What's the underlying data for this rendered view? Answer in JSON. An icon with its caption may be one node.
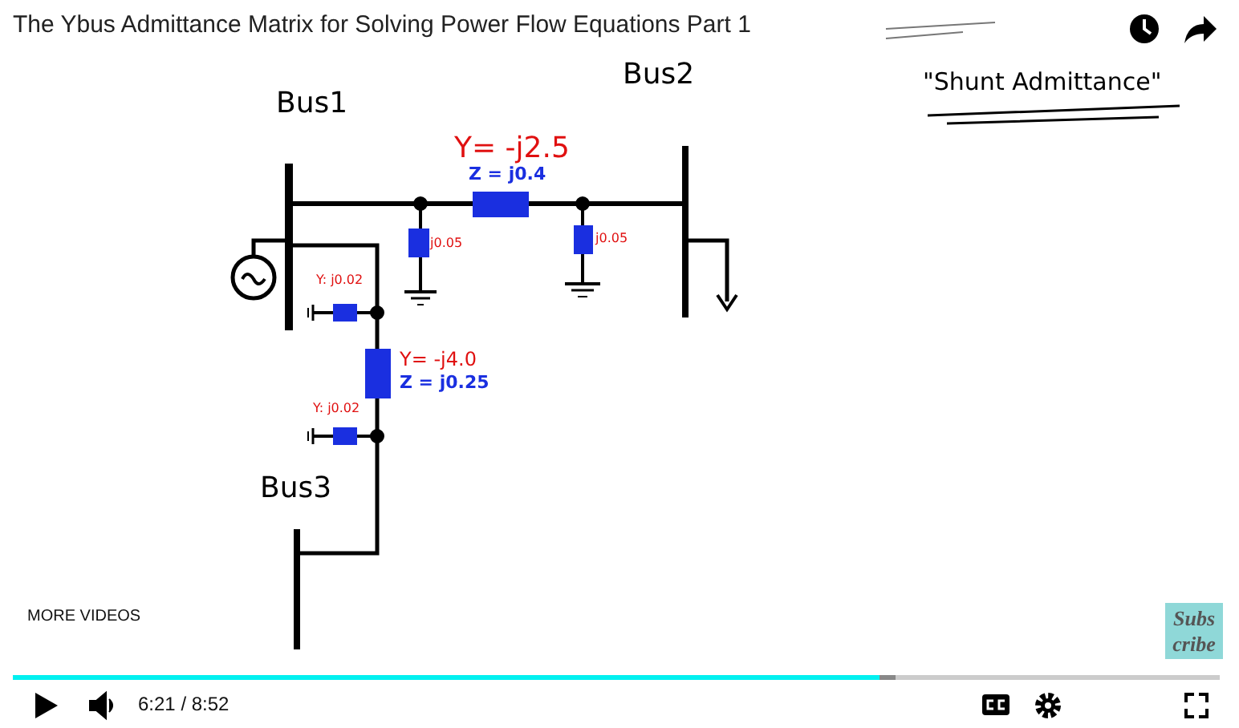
{
  "diagram": {
    "title": "The Ybus Admittance Matrix for Solving Power Flow Equations Part 1",
    "labels": [
      "Bus1",
      "Bus2",
      "Y= -j2.5",
      "Z = j0.4",
      "j0.05",
      "j0.05",
      "Y: j0.02",
      "Y= -j4.0",
      "Z = j0.25",
      "Y: j0.02",
      "Bus3",
      "\"Shunt Admittance\"",
      "MORE VIDEOS",
      "Subs cribe",
      "6:21 / 8:52"
    ]
  }
}
